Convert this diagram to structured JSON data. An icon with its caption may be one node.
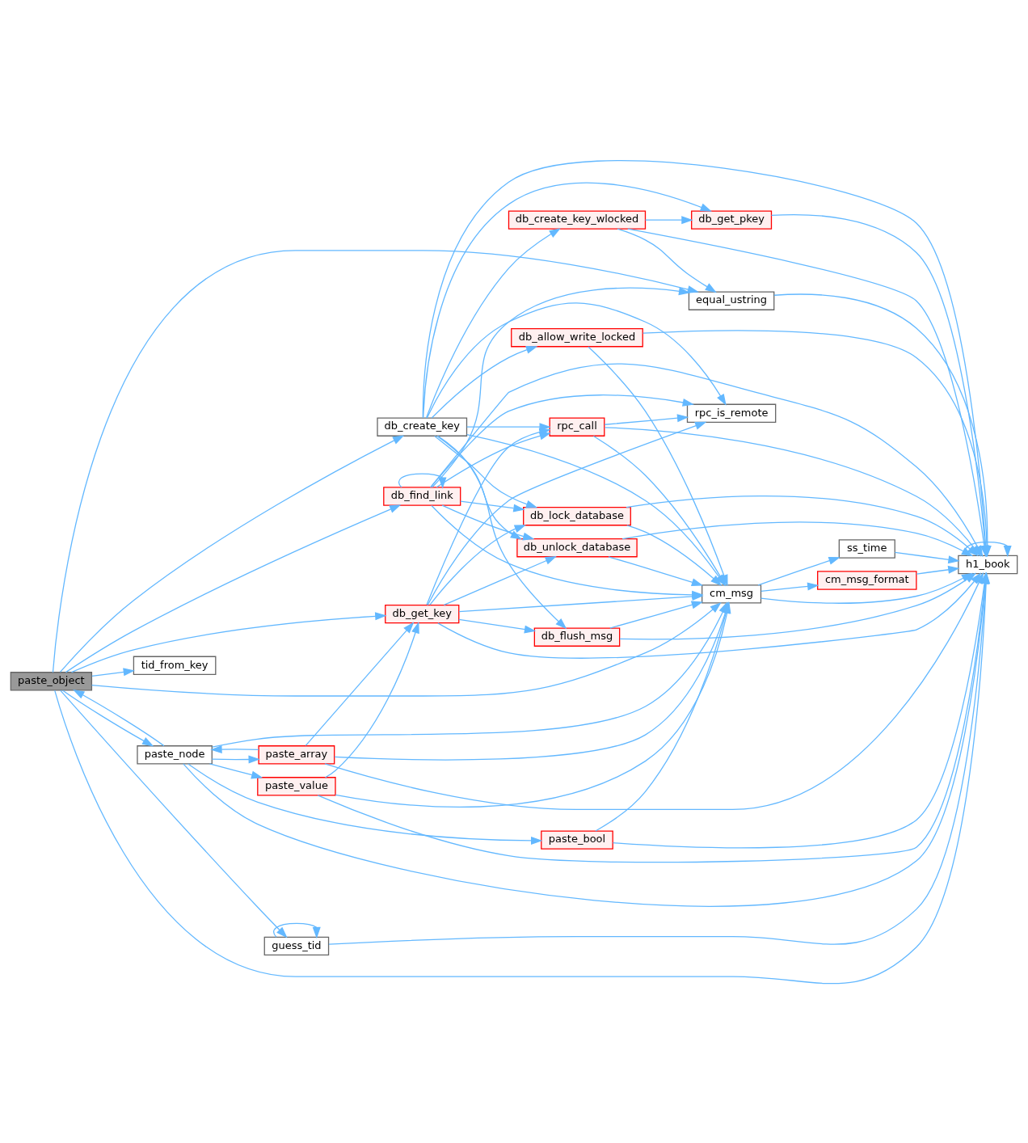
{
  "diagram": {
    "nodes": [
      {
        "text": [
          "paste_object"
        ]
      },
      {
        "text": [
          "db_create_key"
        ]
      },
      {
        "text": [
          "db_find_link"
        ]
      },
      {
        "text": [
          "db_get_key"
        ]
      },
      {
        "text": [
          "paste_node"
        ]
      },
      {
        "text": [
          "tid_from_key"
        ]
      },
      {
        "text": [
          "guess_tid"
        ]
      },
      {
        "text": [
          "paste_array"
        ]
      },
      {
        "text": [
          "paste_value"
        ]
      },
      {
        "text": [
          "equal_ustring"
        ]
      },
      {
        "text": [
          "db_create_key_wlocked"
        ]
      },
      {
        "text": [
          "db_get_pkey"
        ]
      },
      {
        "text": [
          "db_allow_write_locked"
        ]
      },
      {
        "text": [
          "rpc_is_remote"
        ]
      },
      {
        "text": [
          "rpc_call"
        ]
      },
      {
        "text": [
          "db_lock_database"
        ]
      },
      {
        "text": [
          "db_unlock_database"
        ]
      },
      {
        "text": [
          "cm_msg"
        ]
      },
      {
        "text": [
          "db_flush_msg"
        ]
      },
      {
        "text": [
          "paste_bool"
        ]
      },
      {
        "text": [
          "ss_time"
        ]
      },
      {
        "text": [
          "cm_msg_format"
        ]
      },
      {
        "text": [
          "h1_book"
        ]
      }
    ],
    "edges": [
      {
        "from": 0,
        "to": 22,
        "arrow": "to"
      },
      {
        "from": 0,
        "to": 9,
        "arrow": "to"
      },
      {
        "from": 0,
        "to": 1,
        "arrow": "to"
      },
      {
        "from": 0,
        "to": 2,
        "arrow": "to"
      },
      {
        "from": 0,
        "to": 3,
        "arrow": "to"
      },
      {
        "from": 0,
        "to": 17,
        "arrow": "to"
      },
      {
        "from": 0,
        "to": 4,
        "arrow": "to"
      },
      {
        "from": 0,
        "to": 5,
        "arrow": "to"
      },
      {
        "from": 0,
        "to": 6,
        "arrow": "to"
      },
      {
        "from": 1,
        "to": 22,
        "arrow": "to"
      },
      {
        "from": 1,
        "to": 10,
        "arrow": "to"
      },
      {
        "from": 1,
        "to": 11,
        "arrow": "to"
      },
      {
        "from": 1,
        "to": 12,
        "arrow": "to"
      },
      {
        "from": 1,
        "to": 13,
        "arrow": "to"
      },
      {
        "from": 1,
        "to": 14,
        "arrow": "to"
      },
      {
        "from": 1,
        "to": 15,
        "arrow": "to"
      },
      {
        "from": 1,
        "to": 16,
        "arrow": "to"
      },
      {
        "from": 1,
        "to": 17,
        "arrow": "to"
      },
      {
        "from": 1,
        "to": 18,
        "arrow": "to"
      },
      {
        "from": 2,
        "to": 9,
        "arrow": "to"
      },
      {
        "from": 2,
        "to": 13,
        "arrow": "to"
      },
      {
        "from": 2,
        "to": 14,
        "arrow": "to"
      },
      {
        "from": 2,
        "to": 2,
        "arrow": "to"
      },
      {
        "from": 2,
        "to": 15,
        "arrow": "to"
      },
      {
        "from": 2,
        "to": 16,
        "arrow": "to"
      },
      {
        "from": 2,
        "to": 17,
        "arrow": "to"
      },
      {
        "from": 2,
        "to": 22,
        "arrow": "to"
      },
      {
        "from": 3,
        "to": 13,
        "arrow": "to"
      },
      {
        "from": 3,
        "to": 14,
        "arrow": "to"
      },
      {
        "from": 3,
        "to": 15,
        "arrow": "to"
      },
      {
        "from": 3,
        "to": 16,
        "arrow": "to"
      },
      {
        "from": 3,
        "to": 17,
        "arrow": "to"
      },
      {
        "from": 3,
        "to": 18,
        "arrow": "to"
      },
      {
        "from": 3,
        "to": 22,
        "arrow": "to"
      },
      {
        "from": 4,
        "to": 0,
        "arrow": "to"
      },
      {
        "from": 4,
        "to": 17,
        "arrow": "to"
      },
      {
        "from": 4,
        "to": 7,
        "arrow": "to"
      },
      {
        "from": 4,
        "to": 8,
        "arrow": "to"
      },
      {
        "from": 4,
        "to": 19,
        "arrow": "to"
      },
      {
        "from": 4,
        "to": 22,
        "arrow": "to"
      },
      {
        "from": 6,
        "to": 6,
        "arrow": "to"
      },
      {
        "from": 6,
        "to": 22,
        "arrow": "to"
      },
      {
        "from": 7,
        "to": 4,
        "arrow": "to"
      },
      {
        "from": 7,
        "to": 3,
        "arrow": "to"
      },
      {
        "from": 7,
        "to": 17,
        "arrow": "to"
      },
      {
        "from": 7,
        "to": 22,
        "arrow": "to"
      },
      {
        "from": 8,
        "to": 3,
        "arrow": "to"
      },
      {
        "from": 8,
        "to": 17,
        "arrow": "to"
      },
      {
        "from": 8,
        "to": 22,
        "arrow": "to"
      },
      {
        "from": 9,
        "to": 22,
        "arrow": "to"
      },
      {
        "from": 10,
        "to": 9,
        "arrow": "to"
      },
      {
        "from": 10,
        "to": 11,
        "arrow": "to"
      },
      {
        "from": 10,
        "to": 22,
        "arrow": "to"
      },
      {
        "from": 11,
        "to": 22,
        "arrow": "to"
      },
      {
        "from": 12,
        "to": 17,
        "arrow": "to"
      },
      {
        "from": 12,
        "to": 22,
        "arrow": "to"
      },
      {
        "from": 14,
        "to": 13,
        "arrow": "to"
      },
      {
        "from": 14,
        "to": 17,
        "arrow": "to"
      },
      {
        "from": 14,
        "to": 22,
        "arrow": "to"
      },
      {
        "from": 15,
        "to": 17,
        "arrow": "to"
      },
      {
        "from": 15,
        "to": 22,
        "arrow": "to"
      },
      {
        "from": 16,
        "to": 17,
        "arrow": "to"
      },
      {
        "from": 16,
        "to": 22,
        "arrow": "to"
      },
      {
        "from": 17,
        "to": 20,
        "arrow": "to"
      },
      {
        "from": 17,
        "to": 21,
        "arrow": "to"
      },
      {
        "from": 17,
        "to": 22,
        "arrow": "to"
      },
      {
        "from": 18,
        "to": 17,
        "arrow": "to"
      },
      {
        "from": 18,
        "to": 22,
        "arrow": "to"
      },
      {
        "from": 19,
        "to": 17,
        "arrow": "to"
      },
      {
        "from": 19,
        "to": 22,
        "arrow": "to"
      },
      {
        "from": 20,
        "to": 22,
        "arrow": "to"
      },
      {
        "from": 21,
        "to": 22,
        "arrow": "to"
      },
      {
        "from": 22,
        "to": 22,
        "arrow": "to"
      }
    ]
  }
}
